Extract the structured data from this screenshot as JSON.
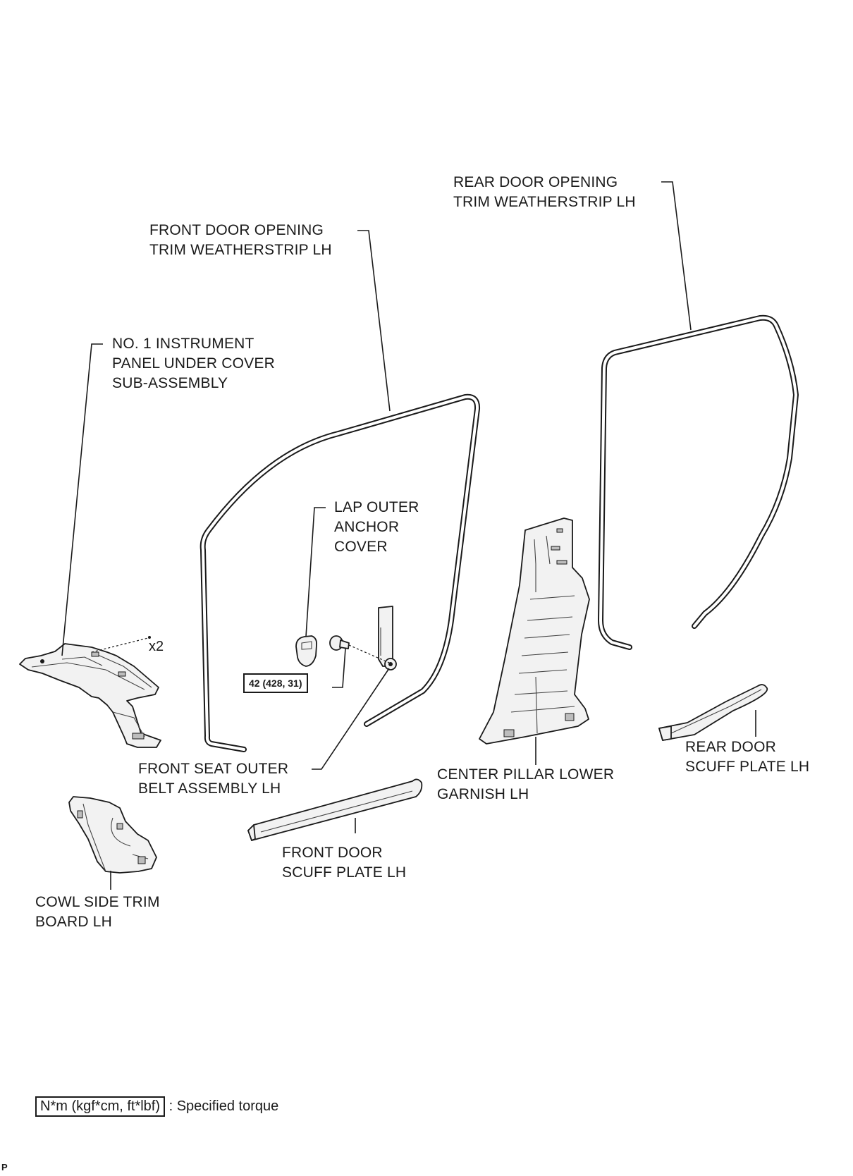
{
  "labels": {
    "rear_door_weatherstrip": [
      "REAR DOOR OPENING",
      "TRIM WEATHERSTRIP LH"
    ],
    "front_door_weatherstrip": [
      "FRONT DOOR OPENING",
      "TRIM WEATHERSTRIP LH"
    ],
    "instrument_panel_cover": [
      "NO. 1 INSTRUMENT",
      "PANEL UNDER COVER",
      "SUB-ASSEMBLY"
    ],
    "lap_outer_anchor_cover": [
      "LAP OUTER",
      "ANCHOR",
      "COVER"
    ],
    "front_seat_belt": [
      "FRONT SEAT OUTER",
      "BELT ASSEMBLY LH"
    ],
    "center_pillar_garnish": [
      "CENTER PILLAR LOWER",
      "GARNISH LH"
    ],
    "rear_door_scuff": [
      "REAR DOOR",
      "SCUFF PLATE LH"
    ],
    "front_door_scuff": [
      "FRONT DOOR",
      "SCUFF PLATE LH"
    ],
    "cowl_side_trim": [
      "COWL SIDE TRIM",
      "BOARD LH"
    ]
  },
  "torque_value": "42 (428, 31)",
  "quantity": "x2",
  "legend": {
    "box": "N*m (kgf*cm, ft*lbf)",
    "text": ": Specified torque"
  },
  "footer_code": "P"
}
